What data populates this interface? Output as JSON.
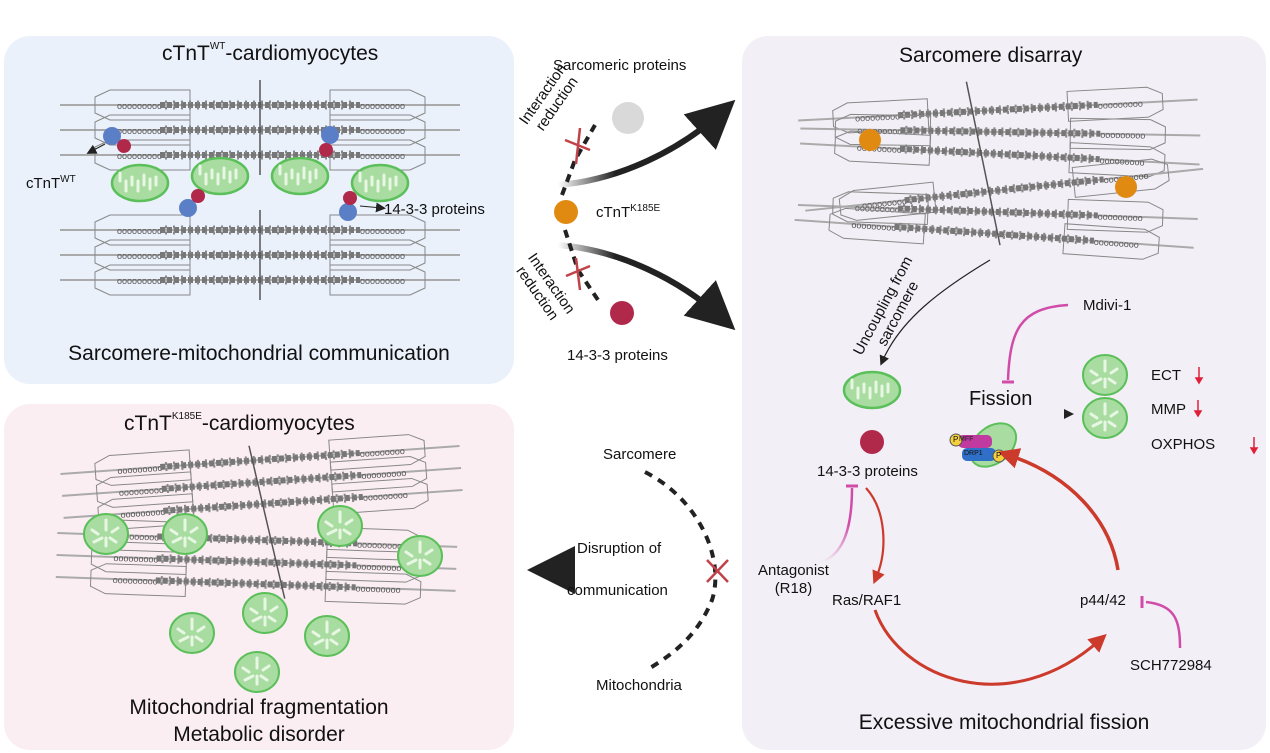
{
  "panels": {
    "wild_type": {
      "title_main": "cTnT",
      "title_sup": "WT",
      "title_rest": "-cardiomyocytes",
      "caption": "Sarcomere-mitochondrial communication",
      "label_ctnt_main": "cTnT",
      "label_ctnt_sup": "WT",
      "label_1433": "14-3-3 proteins",
      "background": "#eaf1fb"
    },
    "mutant": {
      "title_main": "cTnT",
      "title_sup": "K185E",
      "title_rest": "-cardiomyocytes",
      "caption_line1": "Mitochondrial fragmentation",
      "caption_line2": "Metabolic disorder",
      "background": "#fbeef3"
    },
    "right": {
      "title": "Sarcomere disarray",
      "uncoupling_line1": "Uncoupling from",
      "uncoupling_line2": "sarcomere",
      "mdivi": "Mdivi-1",
      "fission": "Fission",
      "protein_1433": "14-3-3 proteins",
      "mff": "MFF",
      "drp1": "DRP1",
      "phospho": "P",
      "outcomes": [
        {
          "label": "ECT",
          "direction": "down"
        },
        {
          "label": "MMP",
          "direction": "down"
        },
        {
          "label": "OXPHOS",
          "direction": "down"
        }
      ],
      "antagonist_line1": "Antagonist",
      "antagonist_line2": "(R18)",
      "ras_raf": "Ras/RAF1",
      "p44_42": "p44/42",
      "sch": "SCH772984",
      "caption": "Excessive mitochondrial fission",
      "background": "#f3eff6"
    }
  },
  "center_top": {
    "sarcomeric_proteins": "Sarcomeric proteins",
    "interaction_line1": "Interaction",
    "interaction_line2": "reduction",
    "mutant_main": "cTnT",
    "mutant_sup": "K185E",
    "protein_1433": "14-3-3 proteins"
  },
  "center_bottom": {
    "sarcomere": "Sarcomere",
    "disruption_line1": "Disruption of",
    "disruption_line2": "communication",
    "mitochondria": "Mitochondria"
  },
  "colors": {
    "mito_fill": "#a8dca0",
    "mito_stroke": "#5bbf5a",
    "ctnt_wt": "#5b7fc7",
    "protein_1433": "#b0284a",
    "ctnt_mutant": "#e08a12",
    "inhibitor": "#d04ca8",
    "activation": "#cc3a2c",
    "cross": "#c0434a",
    "down_arrow": "#e0203a"
  }
}
